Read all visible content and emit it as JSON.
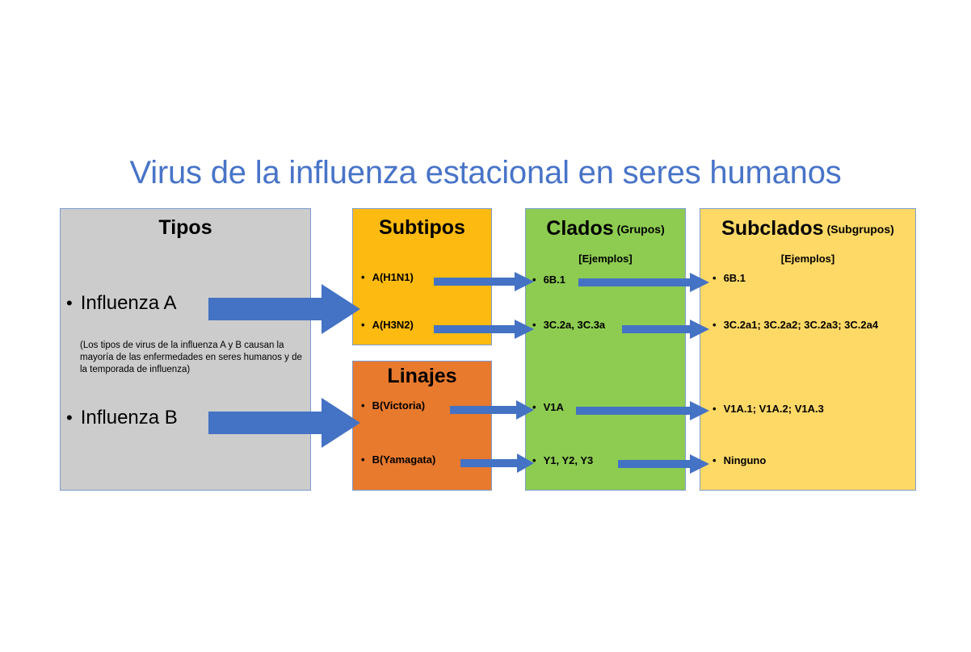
{
  "title": "Virus de la influenza estacional en seres humanos",
  "colors": {
    "title": "#4874C8",
    "tipos_bg": "#CCCCCC",
    "subtipos_bg": "#FDBA10",
    "linajes_bg": "#E87A2E",
    "clados_bg": "#8DCC51",
    "subclados_bg": "#FFD966",
    "arrow": "#4472C4",
    "border": "#7C9BD0"
  },
  "columns": {
    "tipos": {
      "heading": "Tipos",
      "items": [
        {
          "label": "Influenza A"
        },
        {
          "label": "Influenza B"
        }
      ],
      "note": "(Los tipos de virus de la influenza A y B causan la mayoría de las enfermedades en seres humanos y de la temporada de influenza)"
    },
    "subtipos": {
      "heading": "Subtipos",
      "items": [
        {
          "label": "A(H1N1)"
        },
        {
          "label": "A(H3N2)"
        }
      ]
    },
    "linajes": {
      "heading": "Linajes",
      "items": [
        {
          "label": "B(Victoria)"
        },
        {
          "label": "B(Yamagata)"
        }
      ]
    },
    "clados": {
      "heading": "Clados",
      "heading_sub": "(Grupos)",
      "examples_label": "[Ejemplos]",
      "items": [
        {
          "label": "6B.1"
        },
        {
          "label": "3C.2a, 3C.3a"
        },
        {
          "label": "V1A"
        },
        {
          "label": "Y1, Y2, Y3"
        }
      ]
    },
    "subclados": {
      "heading": "Subclados",
      "heading_sub": "(Subgrupos)",
      "examples_label": "[Ejemplos]",
      "items": [
        {
          "label": "6B.1"
        },
        {
          "label": "3C.2a1; 3C.2a2; 3C.2a3; 3C.2a4"
        },
        {
          "label": "V1A.1; V1A.2; V1A.3"
        },
        {
          "label": "Ninguno"
        }
      ]
    }
  },
  "bullet_glyph": "•"
}
